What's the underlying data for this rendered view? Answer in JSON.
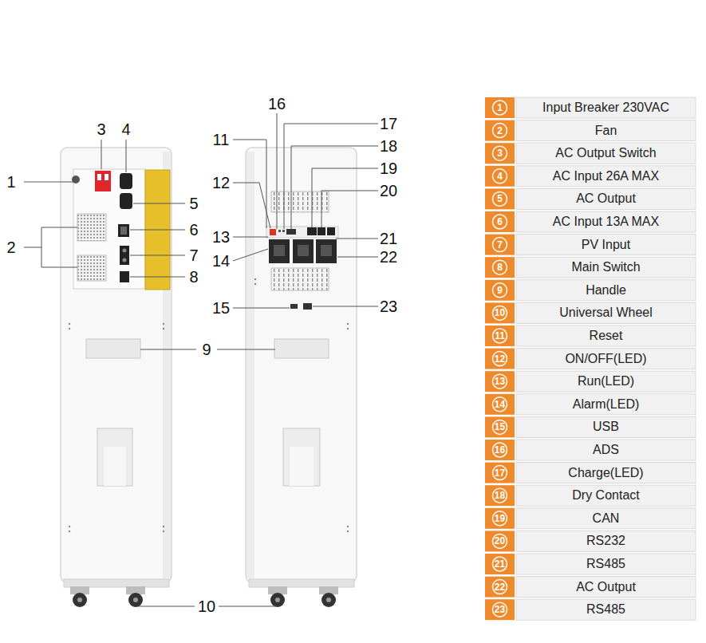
{
  "diagram": {
    "labels": [
      "1",
      "2",
      "3",
      "4",
      "5",
      "6",
      "7",
      "8",
      "9",
      "10",
      "11",
      "12",
      "13",
      "14",
      "15",
      "16",
      "17",
      "18",
      "19",
      "20",
      "21",
      "22",
      "23",
      "1",
      "Input Breaker 230VAC",
      "2",
      "Fan",
      "3",
      "AC Output Switch",
      "4",
      "AC Input 26A MAX",
      "5",
      "AC Output",
      "6",
      "AC Input 13A MAX",
      "7",
      "PV Input",
      "8",
      "Main Switch",
      "9",
      "Handle",
      "10",
      "Universal Wheel",
      "11",
      "Reset",
      "12",
      "ON/OFF(LED)",
      "13",
      "Run(LED)",
      "14",
      "Alarm(LED)",
      "15",
      "USB",
      "16",
      "ADS",
      "17",
      "Charge(LED)",
      "18",
      "Dry Contact",
      "19",
      "CAN",
      "20",
      "RS232",
      "21",
      "RS485",
      "22",
      "AC Output",
      "23",
      "RS485"
    ]
  }
}
